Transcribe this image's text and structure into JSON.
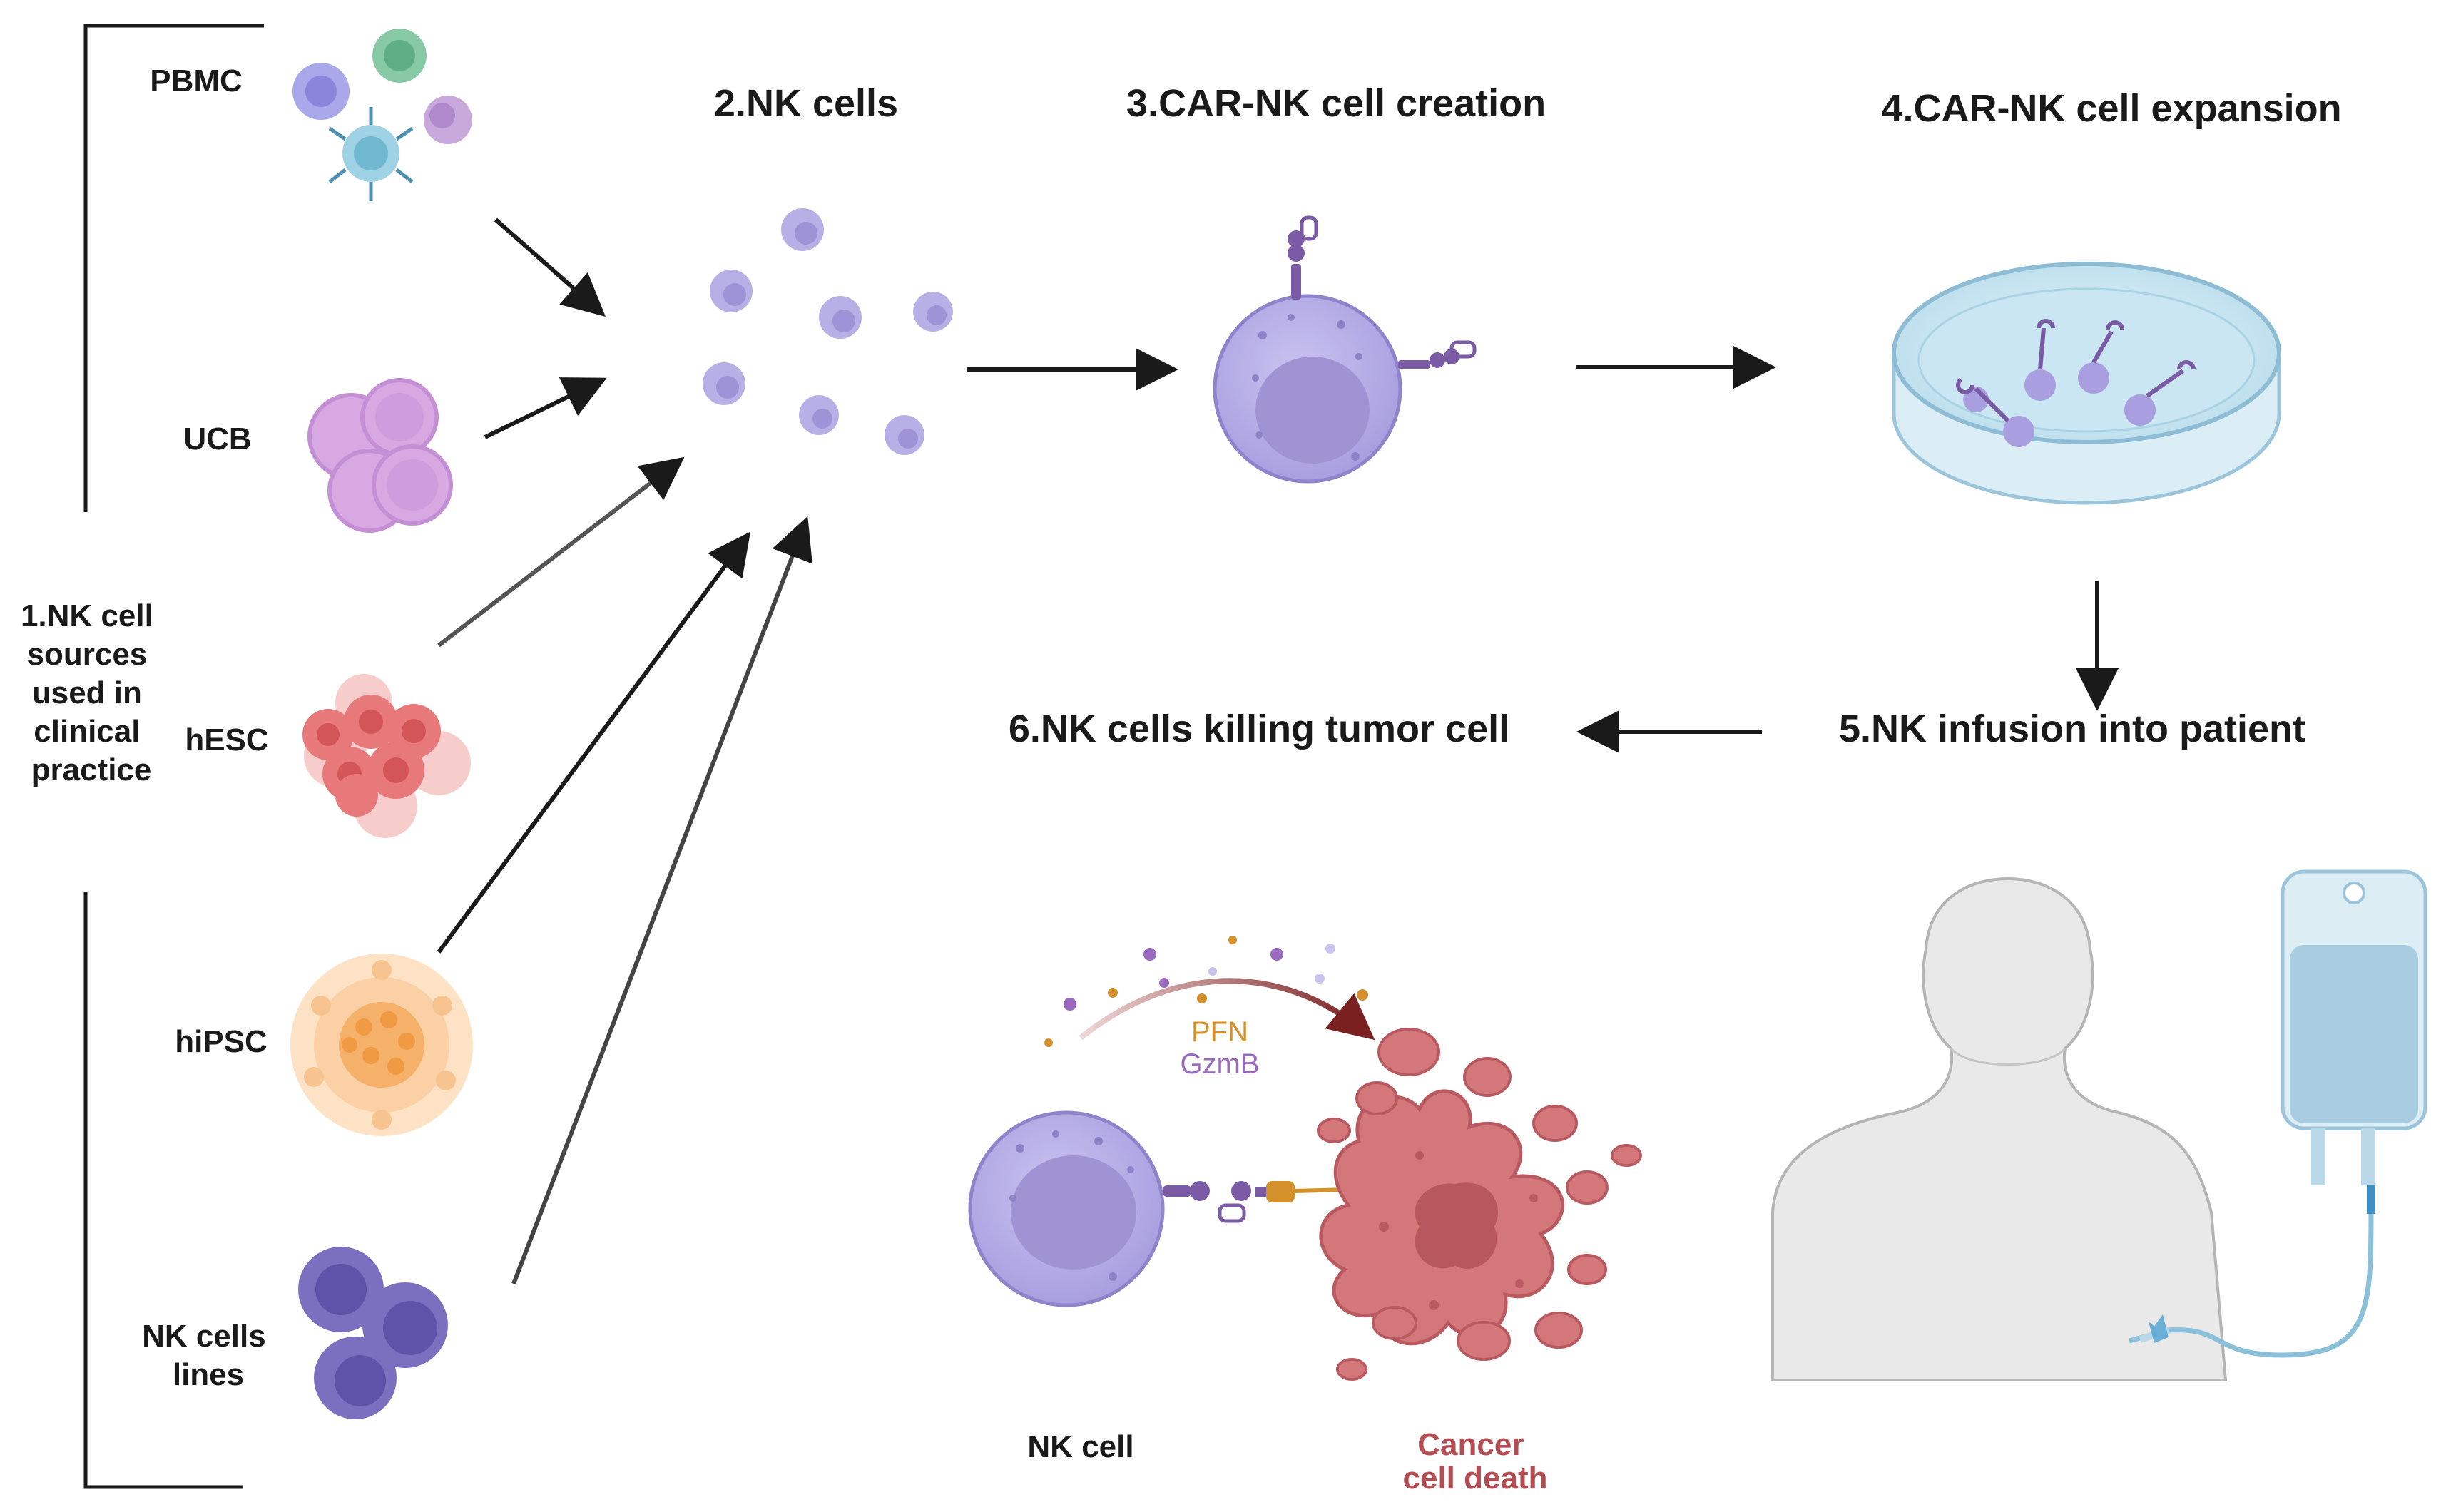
{
  "steps": {
    "s1": [
      "1.NK cell",
      "sources",
      "used in",
      "clinical",
      "practice"
    ],
    "s2": "2.NK cells",
    "s3": "3.CAR-NK cell creation",
    "s4": "4.CAR-NK cell expansion",
    "s5": "5.NK infusion into patient",
    "s6": "6.NK cells killing tumor cell"
  },
  "sources": {
    "pbmc": "PBMC",
    "ucb": "UCB",
    "hesc": "hESC",
    "hipsc": "hiPSC",
    "nk_lines": [
      "NK cells",
      "lines"
    ]
  },
  "killing": {
    "pfn": "PFN",
    "gzmb": "GzmB",
    "nk_cell": "NK cell",
    "cancer": [
      "Cancer",
      "cell death"
    ]
  },
  "colors": {
    "nk_purple": "#b7b0e6",
    "nk_nucleus": "#9f93d4",
    "car_purple": "#7b5aa6",
    "cancer_red": "#cf6d72",
    "pfn_orange": "#d4902a",
    "gzmb_purple": "#9a69c0",
    "arrow": "#1a1a1a",
    "iv_blue": "#9cc5dc"
  }
}
